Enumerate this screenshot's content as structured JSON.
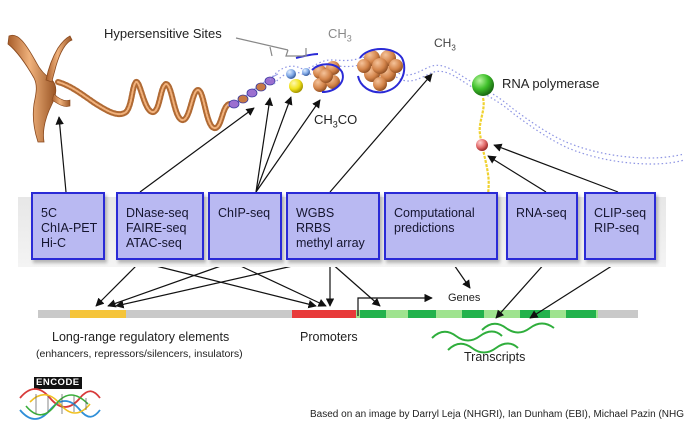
{
  "labels": {
    "hypersensitive_sites": "Hypersensitive Sites",
    "ch3_top": "CH",
    "ch3_top_sub": "3",
    "ch3_right": "CH",
    "ch3_right_sub": "3",
    "ch3co_a": "CH",
    "ch3co_sub": "3",
    "ch3co_b": "CO",
    "rna_polymerase": "RNA polymerase",
    "genes": "Genes",
    "long_range": "Long-range regulatory elements",
    "long_range_sub": "(enhancers, repressors/silencers, insulators)",
    "promoters": "Promoters",
    "transcripts": "Transcripts",
    "encode": "ENCODE",
    "credit": "Based on an image by Darryl Leja (NHGRI), Ian Dunham (EBI), Michael Pazin (NHGRI)"
  },
  "boxes": [
    {
      "lines": [
        "5C",
        "ChIA-PET",
        "Hi-C"
      ]
    },
    {
      "lines": [
        "DNase-seq",
        "FAIRE-seq",
        "ATAC-seq"
      ]
    },
    {
      "lines": [
        "ChIP-seq"
      ]
    },
    {
      "lines": [
        "WGBS",
        "RRBS",
        "methyl array"
      ]
    },
    {
      "lines": [
        "Computational",
        "predictions"
      ]
    },
    {
      "lines": [
        "RNA-seq"
      ]
    },
    {
      "lines": [
        "CLIP-seq",
        "RIP-seq"
      ]
    }
  ],
  "colors": {
    "box_fill": "#b9b9f2",
    "box_border": "#2a2ad6",
    "enhancer": "#f5c43a",
    "promoter": "#e83a3a",
    "gene_dark": "#22b24c",
    "gene_light": "#9fe38f",
    "genome_bar": "#c9c9c9",
    "transcript": "#2fae3c",
    "chromosome": "#d98a4c",
    "nucleosome": "#c77a45",
    "dna_helix": "#9aa0e6"
  }
}
